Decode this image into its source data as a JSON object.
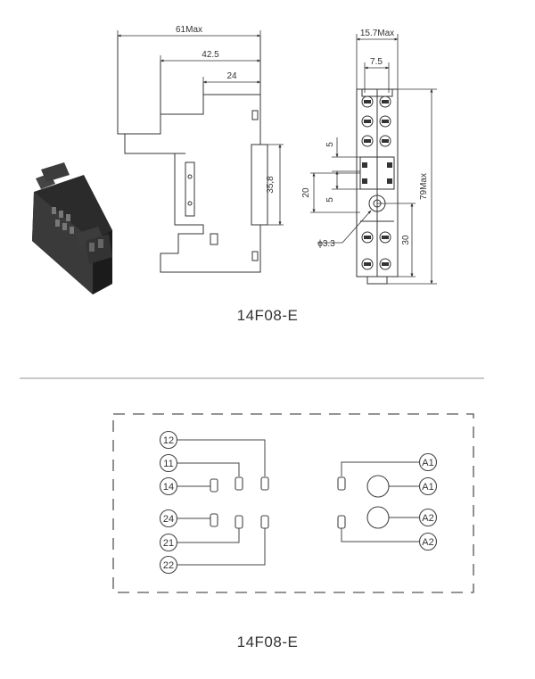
{
  "top_drawing": {
    "side_view_dims": {
      "overall_width": "61Max",
      "mid_width": "42.5",
      "small_width": "24",
      "height": "35,8"
    },
    "front_view_dims": {
      "width": "15.7Max",
      "pitch": "7.5",
      "height": "79Max",
      "vertical_pitch_a": "5",
      "vertical_pitch_b": "5",
      "spacing": "20",
      "lower_height": "30",
      "hole_diameter": "ϕ3.3"
    },
    "caption": "14F08-E"
  },
  "wiring_diagram": {
    "left_terminals": [
      "12",
      "11",
      "14",
      "24",
      "21",
      "22"
    ],
    "right_terminals": [
      "A1",
      "A1",
      "A2",
      "A2"
    ],
    "caption": "14F08-E"
  }
}
